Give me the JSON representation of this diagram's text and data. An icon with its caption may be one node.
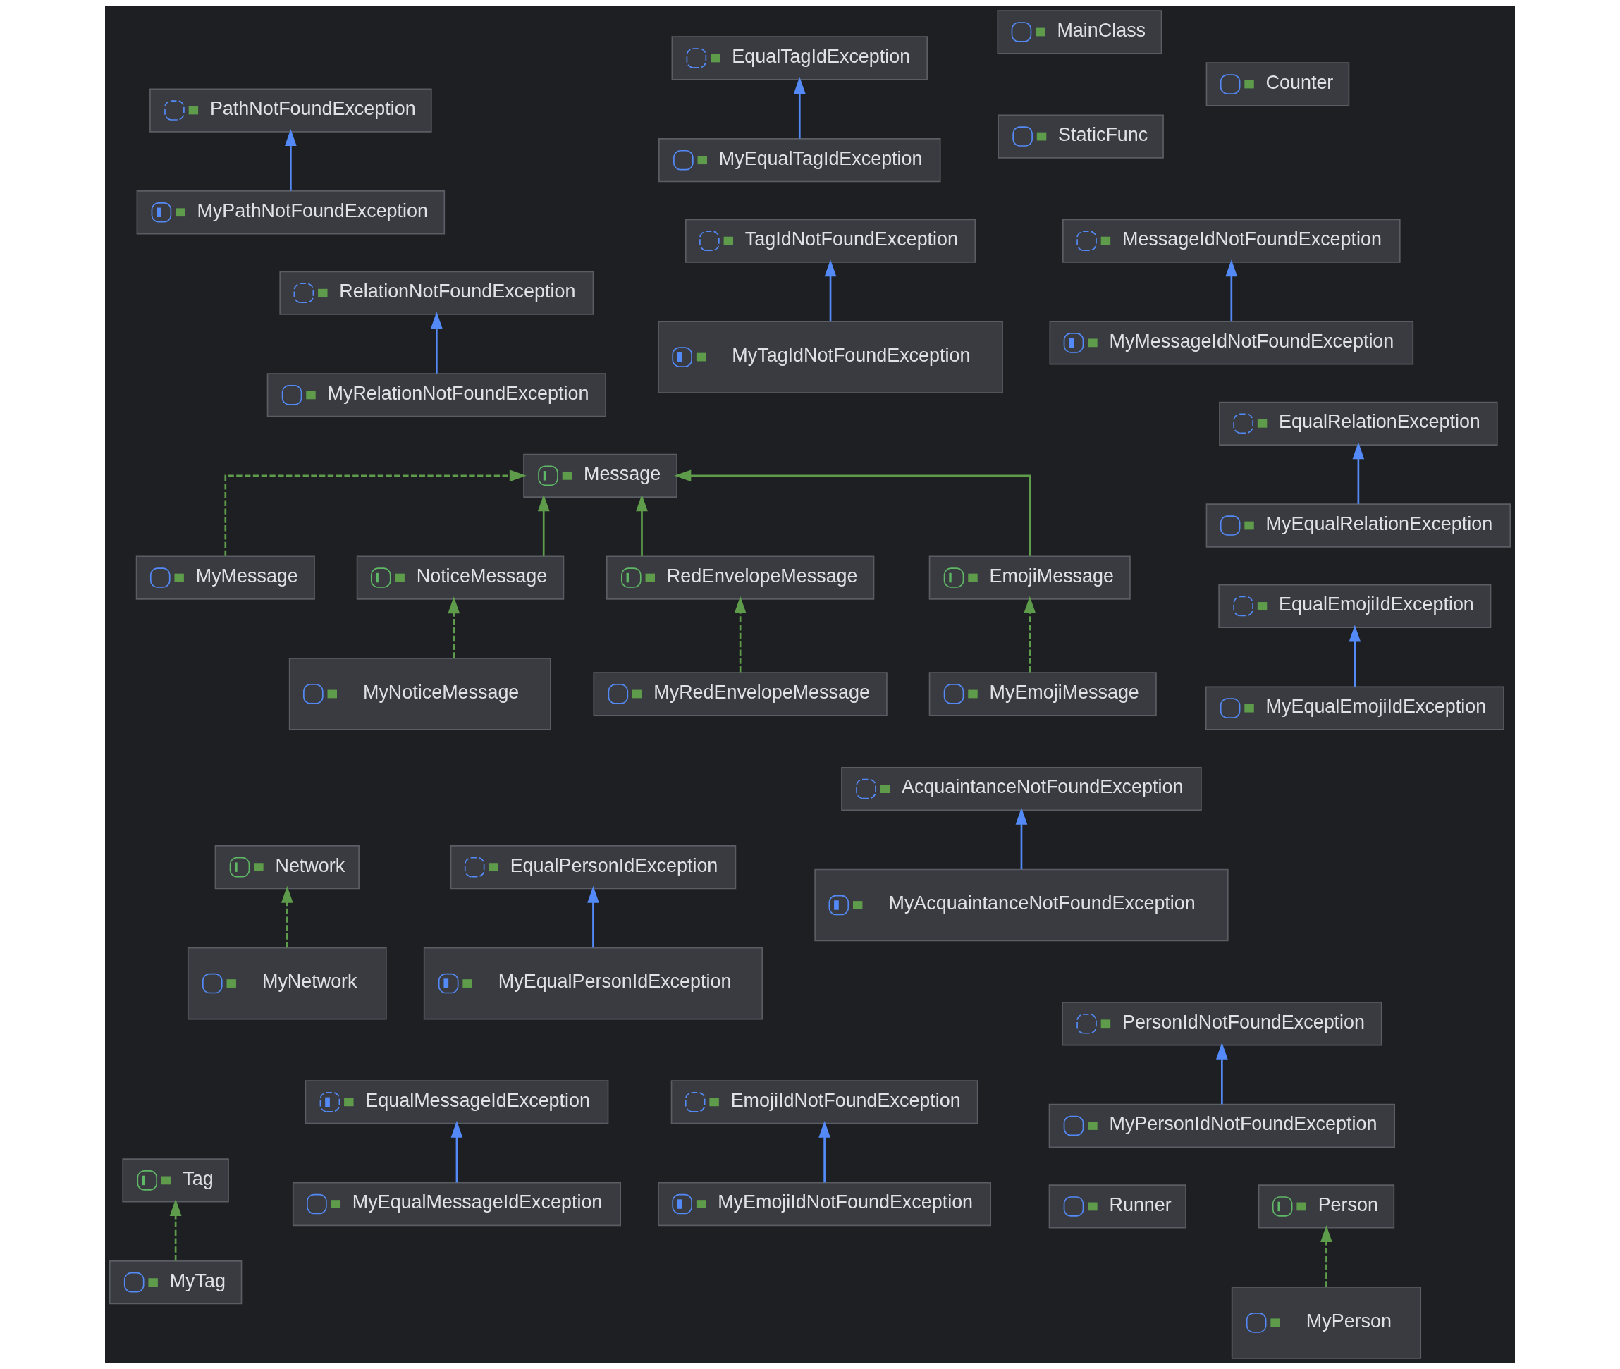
{
  "diagram": {
    "nodes": [
      {
        "text": [
          "Message"
        ]
      },
      {
        "text": [
          "MyMessage"
        ]
      },
      {
        "text": [
          "NoticeMessage"
        ]
      },
      {
        "text": [
          "RedEnvelopeMessage"
        ]
      },
      {
        "text": [
          "EmojiMessage"
        ]
      },
      {
        "text": [
          "MyNoticeMessage"
        ]
      },
      {
        "text": [
          "MyRedEnvelopeMessage"
        ]
      },
      {
        "text": [
          "MyEmojiMessage"
        ]
      },
      {
        "text": [
          "AcquaintanceNotFoundException"
        ]
      },
      {
        "text": [
          "EqualPersonIdException"
        ]
      },
      {
        "text": [
          "Person"
        ]
      },
      {
        "text": [
          "MyAcquaintanceNotFoundException"
        ]
      },
      {
        "text": [
          "MyEqualPersonIdException"
        ]
      },
      {
        "text": [
          "MyPerson"
        ]
      },
      {
        "text": [
          "StaticFunc"
        ]
      },
      {
        "text": [
          "TagIdNotFoundException"
        ]
      },
      {
        "text": [
          "Network"
        ]
      },
      {
        "text": [
          "MessageIdNotFoundException"
        ]
      },
      {
        "text": [
          "PersonIdNotFoundException"
        ]
      },
      {
        "text": [
          "MyTagIdNotFoundException"
        ]
      },
      {
        "text": [
          "MyNetwork"
        ]
      },
      {
        "text": [
          "MyMessageIdNotFoundException"
        ]
      },
      {
        "text": [
          "MyPersonIdNotFoundException"
        ]
      },
      {
        "text": [
          "RelationNotFoundException"
        ]
      },
      {
        "text": [
          "EmojiIdNotFoundException"
        ]
      },
      {
        "text": [
          "EqualMessageIdException"
        ]
      },
      {
        "text": [
          "MyRelationNotFoundException"
        ]
      },
      {
        "text": [
          "MyEmojiIdNotFoundException"
        ]
      },
      {
        "text": [
          "MyEqualMessageIdException"
        ]
      },
      {
        "text": [
          "PathNotFoundException"
        ]
      },
      {
        "text": [
          "EqualRelationException"
        ]
      },
      {
        "text": [
          "EqualEmojiIdException"
        ]
      },
      {
        "text": [
          "EqualTagIdException"
        ]
      },
      {
        "text": [
          "Counter"
        ]
      },
      {
        "text": [
          "MyPathNotFoundException"
        ]
      },
      {
        "text": [
          "MyEqualRelationException"
        ]
      },
      {
        "text": [
          "MyEqualEmojiIdException"
        ]
      },
      {
        "text": [
          "MyEqualTagIdException"
        ]
      },
      {
        "text": [
          "Tag"
        ]
      },
      {
        "text": [
          "MainClass"
        ]
      },
      {
        "text": [
          "Runner"
        ]
      },
      {
        "text": [
          "MyTag"
        ]
      }
    ],
    "edges": [
      {
        "from": 1,
        "to": 0,
        "arrow": "to",
        "style": "dashed",
        "color": "#5e9c4b"
      },
      {
        "from": 2,
        "to": 0,
        "arrow": "to",
        "color": "#5e9c4b"
      },
      {
        "from": 3,
        "to": 0,
        "arrow": "to",
        "color": "#5e9c4b"
      },
      {
        "from": 4,
        "to": 0,
        "arrow": "to",
        "color": "#5e9c4b"
      },
      {
        "from": 5,
        "to": 2,
        "arrow": "to",
        "style": "dashed",
        "color": "#5e9c4b"
      },
      {
        "from": 6,
        "to": 3,
        "arrow": "to",
        "style": "dashed",
        "color": "#5e9c4b"
      },
      {
        "from": 7,
        "to": 4,
        "arrow": "to",
        "style": "dashed",
        "color": "#5e9c4b"
      },
      {
        "from": 11,
        "to": 8,
        "arrow": "to"
      },
      {
        "from": 12,
        "to": 9,
        "arrow": "to"
      },
      {
        "from": 13,
        "to": 10,
        "arrow": "to",
        "style": "dashed",
        "color": "#5e9c4b"
      },
      {
        "from": 19,
        "to": 15,
        "arrow": "to"
      },
      {
        "from": 20,
        "to": 16,
        "arrow": "to",
        "style": "dashed",
        "color": "#5e9c4b"
      },
      {
        "from": 21,
        "to": 17,
        "arrow": "to"
      },
      {
        "from": 22,
        "to": 18,
        "arrow": "to"
      },
      {
        "from": 26,
        "to": 23,
        "arrow": "to"
      },
      {
        "from": 27,
        "to": 24,
        "arrow": "to"
      },
      {
        "from": 28,
        "to": 25,
        "arrow": "to"
      },
      {
        "from": 34,
        "to": 29,
        "arrow": "to"
      },
      {
        "from": 35,
        "to": 30,
        "arrow": "to"
      },
      {
        "from": 36,
        "to": 31,
        "arrow": "to"
      },
      {
        "from": 37,
        "to": 32,
        "arrow": "to"
      },
      {
        "from": 41,
        "to": 38,
        "arrow": "to",
        "style": "dashed",
        "color": "#5e9c4b"
      }
    ]
  }
}
